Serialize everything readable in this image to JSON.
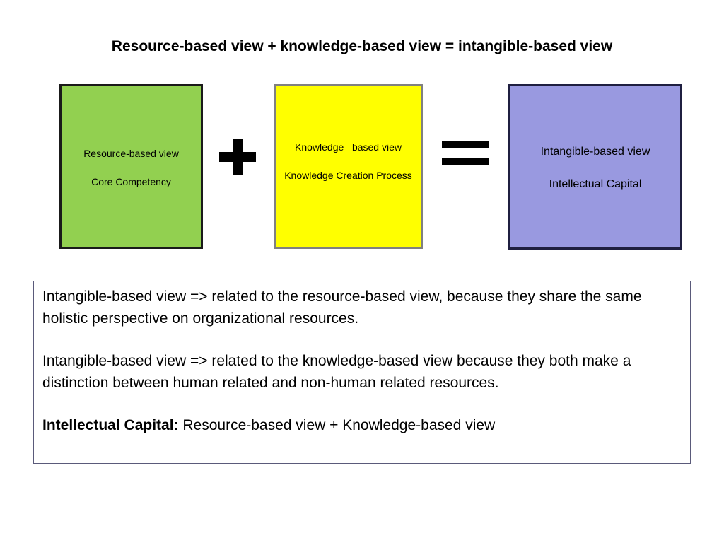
{
  "title": "Resource-based view + knowledge-based view = intangible-based view",
  "colors": {
    "resource_box": "#92d050",
    "knowledge_box": "#ffff00",
    "intangible_box": "#9999e0"
  },
  "boxes": {
    "resource": {
      "line1": "Resource-based view",
      "line2": "Core Competency"
    },
    "knowledge": {
      "line1": "Knowledge –based view",
      "line2": "Knowledge Creation Process"
    },
    "intangible": {
      "line1": "Intangible-based view",
      "line2": "Intellectual Capital"
    }
  },
  "operators": {
    "plus": "plus-icon",
    "equals": "equals-icon"
  },
  "description": {
    "para1": "Intangible-based view => related to the resource-based view, because they share the same holistic perspective on organizational resources.",
    "para2": "Intangible-based view => related to the knowledge-based view because they both make a distinction between human related and non-human related resources.",
    "para3_label": "Intellectual Capital:",
    "para3_text": " Resource-based view + Knowledge-based view"
  }
}
